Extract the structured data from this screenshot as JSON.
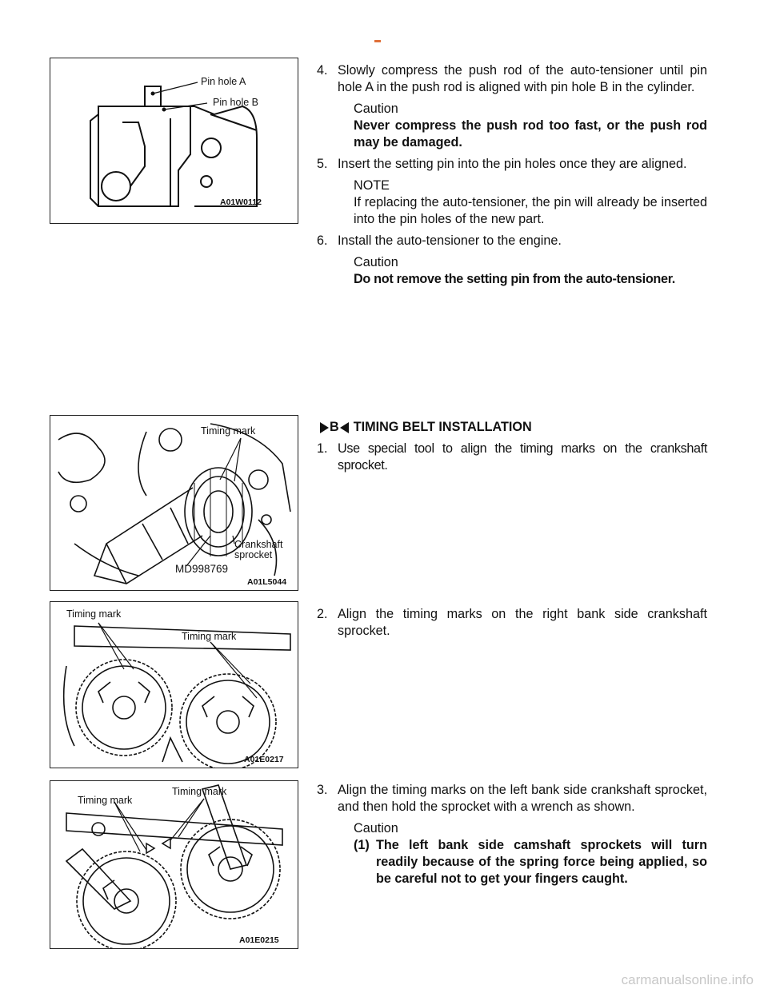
{
  "figures": {
    "fig1": {
      "callouts": [
        "Pin hole A",
        "Pin hole B"
      ],
      "code": "A01W0112"
    },
    "fig2": {
      "callouts": [
        "Timing mark",
        "Crankshaft",
        "sprocket",
        "MD998769"
      ],
      "code": "A01L5044"
    },
    "fig3": {
      "callouts": [
        "Timing mark",
        "Timing mark"
      ],
      "code": "A01E0217"
    },
    "fig4": {
      "callouts": [
        "Timing mark",
        "Timing mark"
      ],
      "code": "A01E0215"
    }
  },
  "section1": {
    "step4": {
      "num": "4.",
      "text": "Slowly compress the push rod of the auto-tensioner until pin hole A in the push rod is aligned with pin hole B in the cylinder."
    },
    "caution1_label": "Caution",
    "caution1_text": "Never compress the push rod too fast, or the push rod may be damaged.",
    "step5": {
      "num": "5.",
      "text": "Insert the setting pin into the pin holes once they are aligned."
    },
    "note_label": "NOTE",
    "note_text": "If replacing the auto-tensioner, the pin will already be inserted into the pin holes of the new part.",
    "step6": {
      "num": "6.",
      "text": "Install the auto-tensioner to the engine."
    },
    "caution2_label": "Caution",
    "caution2_text": "Do not remove the setting pin from the auto-tensioner."
  },
  "section2": {
    "heading_letter": "B",
    "heading_text": "TIMING BELT INSTALLATION",
    "step1": {
      "num": "1.",
      "text": "Use special tool to align the timing marks on the crankshaft sprocket."
    },
    "step2": {
      "num": "2.",
      "text": "Align the timing marks on the right bank side crankshaft sprocket."
    },
    "step3": {
      "num": "3.",
      "text": "Align the timing marks on the left bank side crankshaft sprocket, and then hold the sprocket with a wrench as shown."
    },
    "caution3_label": "Caution",
    "caution3_item": {
      "num": "(1)",
      "text": "The left bank side camshaft sprockets will turn readily because of the spring force being applied, so be careful not to get your fingers caught."
    }
  },
  "watermark": "carmanualsonline.info"
}
